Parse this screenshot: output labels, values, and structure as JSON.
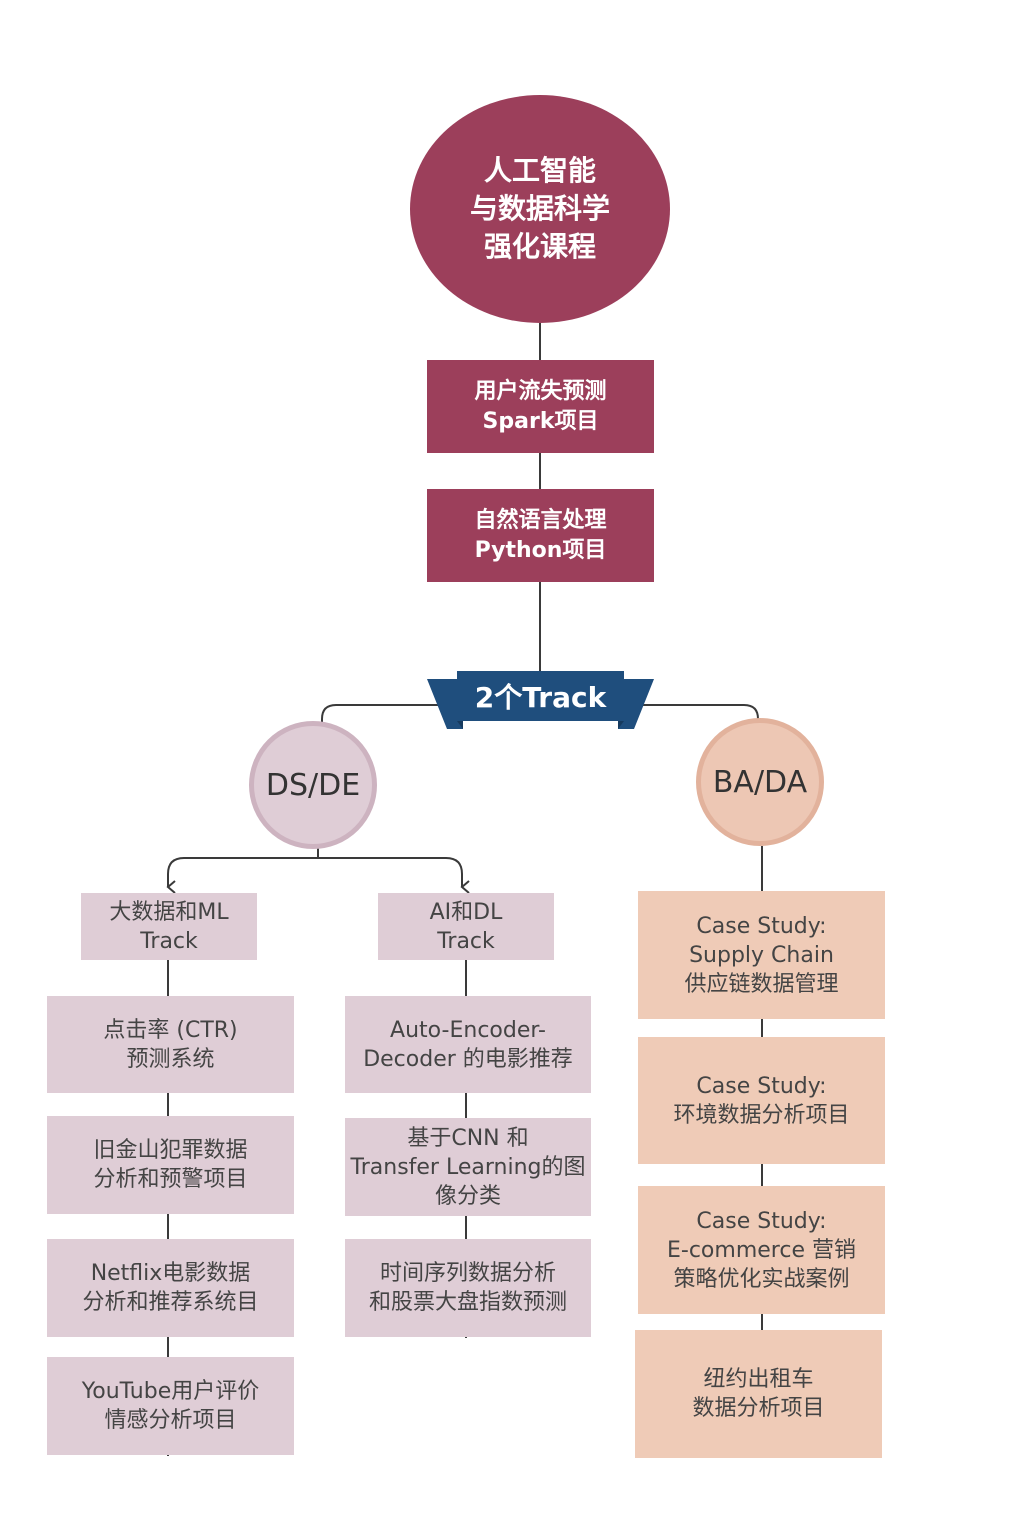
{
  "title": {
    "lines": [
      "人工智能",
      "与数据科学",
      "强化课程"
    ]
  },
  "core_projects": [
    {
      "lines": [
        "用户流失预测",
        "Spark项目"
      ]
    },
    {
      "lines": [
        "自然语言处理",
        "Python项目"
      ]
    }
  ],
  "track_banner": {
    "label": "2个Track"
  },
  "tracks": {
    "ds_de": {
      "label": "DS/DE",
      "subtracks": [
        {
          "label_lines": [
            "大数据和ML",
            "Track"
          ],
          "projects": [
            {
              "lines": [
                "点击率 (CTR)",
                "预测系统"
              ]
            },
            {
              "lines": [
                "旧金山犯罪数据",
                "分析和预警项目"
              ]
            },
            {
              "lines": [
                "Netflix电影数据",
                "分析和推荐系统目"
              ]
            },
            {
              "lines": [
                "YouTube用户评价",
                "情感分析项目"
              ]
            }
          ]
        },
        {
          "label_lines": [
            "AI和DL",
            "Track"
          ],
          "projects": [
            {
              "lines": [
                "Auto-Encoder-",
                "Decoder 的电影推荐"
              ]
            },
            {
              "lines": [
                "基于CNN 和",
                "Transfer Learning的图",
                "像分类"
              ]
            },
            {
              "lines": [
                "时间序列数据分析",
                "和股票大盘指数预测"
              ]
            }
          ]
        }
      ]
    },
    "ba_da": {
      "label": "BA/DA",
      "projects": [
        {
          "lines": [
            "Case Study:",
            "Supply Chain",
            "供应链数据管理"
          ]
        },
        {
          "lines": [
            "Case Study:",
            "环境数据分析项目"
          ]
        },
        {
          "lines": [
            "Case Study:",
            "E-commerce 营销",
            "策略优化实战案例"
          ]
        },
        {
          "lines": [
            "纽约出租车",
            "数据分析项目"
          ]
        }
      ]
    }
  },
  "colors": {
    "primary": "#9c3f5b",
    "banner_blue": "#1f4e7d",
    "banner_blue_dark": "#163a5e",
    "ds_pink": "#dfcdd6",
    "ba_peach": "#efcbb7",
    "line": "#3a3a3a"
  }
}
